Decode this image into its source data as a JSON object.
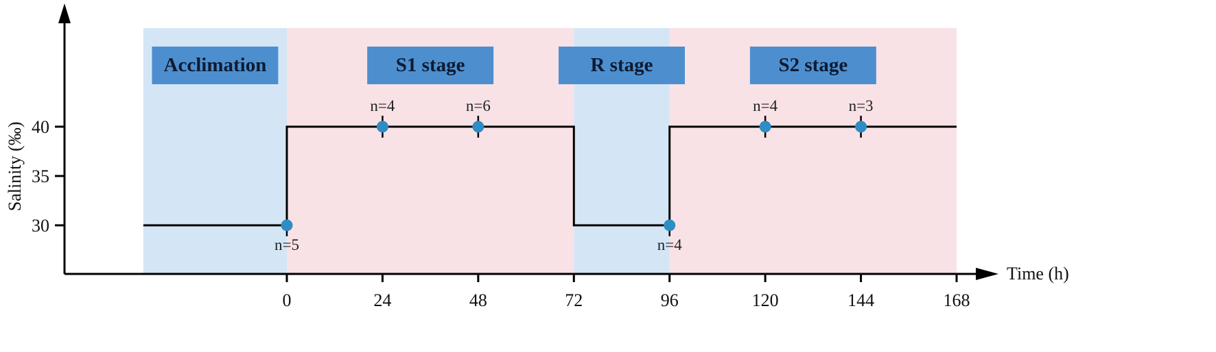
{
  "chart_data": {
    "type": "line",
    "title": "",
    "xlabel": "Time (h)",
    "ylabel": "Salinity (‰)",
    "xlim": [
      -36,
      168
    ],
    "ylim": [
      25,
      50
    ],
    "x_ticks": [
      0,
      24,
      48,
      72,
      96,
      120,
      144,
      168
    ],
    "x_tick_labels": [
      "0",
      "24",
      "48",
      "72",
      "96",
      "120",
      "144",
      "168"
    ],
    "y_ticks": [
      30,
      35,
      40
    ],
    "y_tick_labels": [
      "30",
      "35",
      "40"
    ],
    "stages": [
      {
        "label": "Acclimation",
        "x_start": -36,
        "x_end": 0,
        "color": "#d4e6f6"
      },
      {
        "label": "S1 stage",
        "x_start": 0,
        "x_end": 72,
        "color": "#f8e2e6"
      },
      {
        "label": "R stage",
        "x_start": 72,
        "x_end": 96,
        "color": "#d4e6f6"
      },
      {
        "label": "S2 stage",
        "x_start": 96,
        "x_end": 168,
        "color": "#f8e2e6"
      }
    ],
    "salinity_profile": {
      "x": [
        -36,
        0,
        0,
        72,
        72,
        96,
        96,
        168
      ],
      "y": [
        30,
        30,
        40,
        40,
        30,
        30,
        40,
        40
      ]
    },
    "sampling_points": [
      {
        "x": 0,
        "y": 30,
        "n_label": "n=5",
        "label_position": "below"
      },
      {
        "x": 24,
        "y": 40,
        "n_label": "n=4",
        "label_position": "above"
      },
      {
        "x": 48,
        "y": 40,
        "n_label": "n=6",
        "label_position": "above"
      },
      {
        "x": 96,
        "y": 30,
        "n_label": "n=4",
        "label_position": "below"
      },
      {
        "x": 120,
        "y": 40,
        "n_label": "n=4",
        "label_position": "above"
      },
      {
        "x": 144,
        "y": 40,
        "n_label": "n=3",
        "label_position": "above"
      }
    ],
    "colors": {
      "stage_box": "#4d8fce",
      "marker": "#2f8cc4",
      "line": "#000000"
    }
  }
}
